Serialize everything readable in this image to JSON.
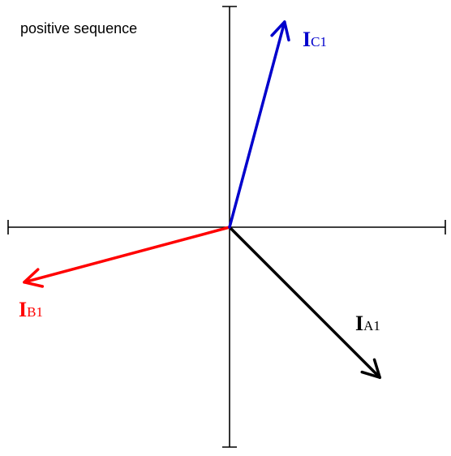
{
  "diagram": {
    "title": "positive sequence",
    "vectors": [
      {
        "id": "a1",
        "label_main": "I",
        "label_sub": "A1",
        "color": "#000000",
        "magnitude": 1.0,
        "angle_deg": -45
      },
      {
        "id": "b1",
        "label_main": "I",
        "label_sub": "B1",
        "color": "#ff0000",
        "magnitude": 1.0,
        "angle_deg": -165
      },
      {
        "id": "c1",
        "label_main": "I",
        "label_sub": "C1",
        "color": "#0000cc",
        "magnitude": 1.0,
        "angle_deg": 75
      }
    ],
    "axis_color": "#000000"
  }
}
